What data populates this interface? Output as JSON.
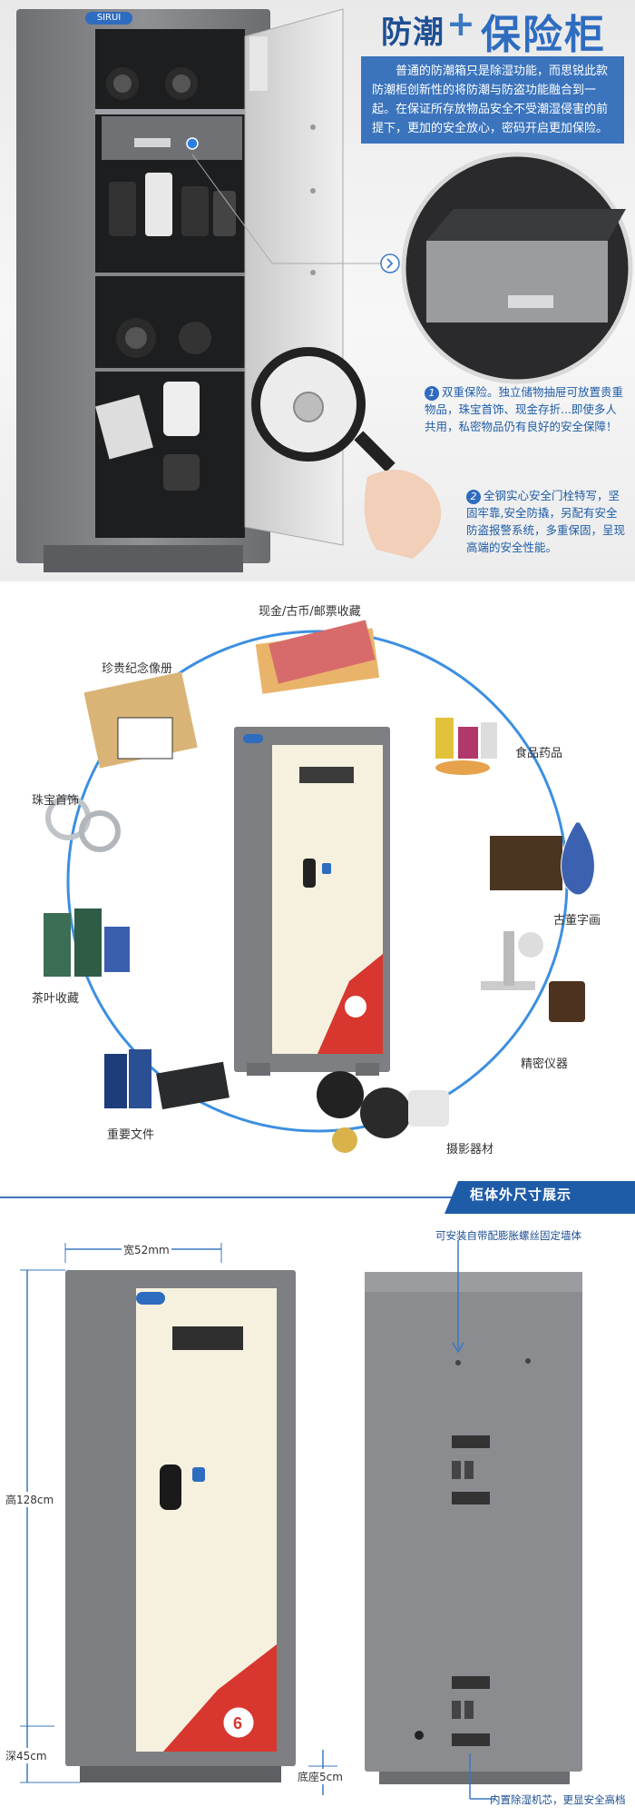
{
  "header": {
    "title_part1": "防潮",
    "title_plus": "+",
    "title_part2": "保险柜",
    "brand": "SIRUI"
  },
  "intro": "普通的防潮箱只是除湿功能，而思锐此款防潮柜创新性的将防潮与防盗功能融合到一起。在保证所存放物品安全不受潮湿侵害的前提下，更加的安全放心，密码开启更加保险。",
  "features": [
    {
      "num": "1",
      "text": "双重保险。独立储物抽屉可放置贵重物品，珠宝首饰、现金存折...即使多人共用，私密物品仍有良好的安全保障！"
    },
    {
      "num": "2",
      "text": "全钢实心安全门栓特写，坚固牢靠,安全防撬，另配有安全防盗报警系统，多重保固，呈现高端的安全性能。"
    }
  ],
  "storage": {
    "items": [
      {
        "label": "现金/古币/邮票收藏",
        "icon": "banknotes-icon"
      },
      {
        "label": "珍贵纪念像册",
        "icon": "photo-album-icon"
      },
      {
        "label": "食品药品",
        "icon": "medicine-bottles-icon"
      },
      {
        "label": "珠宝首饰",
        "icon": "rings-icon"
      },
      {
        "label": "古董字画",
        "icon": "porcelain-vase-icon"
      },
      {
        "label": "茶叶收藏",
        "icon": "tea-canisters-icon"
      },
      {
        "label": "精密仪器",
        "icon": "microscope-icon"
      },
      {
        "label": "重要文件",
        "icon": "folders-icon"
      },
      {
        "label": "摄影器材",
        "icon": "camera-lenses-icon"
      }
    ],
    "badge": "6"
  },
  "dimensions": {
    "section_title": "柜体外尺寸展示",
    "width": "宽52mm",
    "height": "高128cm",
    "depth": "深45cm",
    "base": "底座5cm",
    "wall_mount_note": "可安装自带配膨胀螺丝固定墙体",
    "core_note": "内置除湿机芯，更显安全高档"
  },
  "colors": {
    "brand_blue": "#2e6cc0",
    "cabinet_gray": "#7d7f82",
    "door_cream": "#f6f1df"
  }
}
